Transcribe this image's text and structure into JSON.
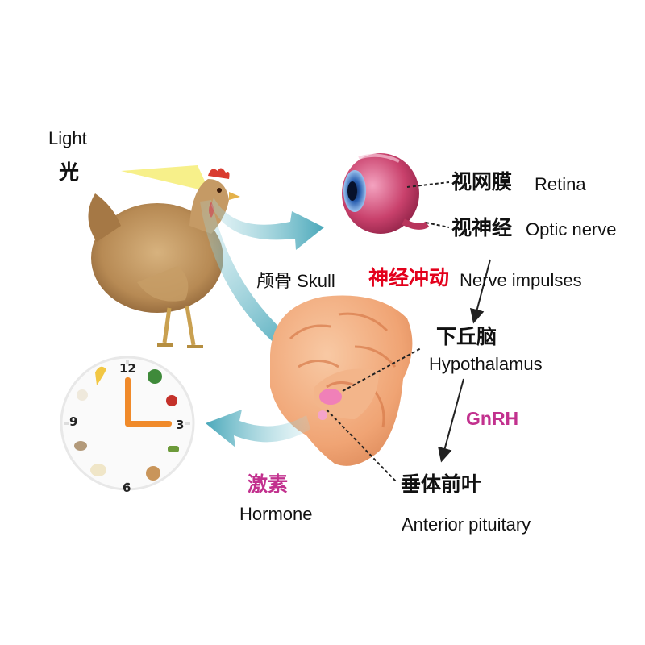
{
  "light": {
    "en": "Light",
    "cn": "光"
  },
  "retina": {
    "cn": "视网膜",
    "en": "Retina"
  },
  "optic_nerve": {
    "cn": "视神经",
    "en": "Optic nerve"
  },
  "skull": {
    "text": "颅骨 Skull"
  },
  "nerve_impulses": {
    "cn": "神经冲动",
    "en": "Nerve impulses"
  },
  "hypothalamus": {
    "cn": "下丘脑",
    "en": "Hypothalamus"
  },
  "gnrh": "GnRH",
  "pituitary": {
    "cn": "垂体前叶",
    "en": "Anterior pituitary"
  },
  "hormone": {
    "cn": "激素",
    "en": "Hormone"
  },
  "clock": {
    "numbers": [
      "12",
      "3",
      "6",
      "9"
    ]
  },
  "colors": {
    "arrow_teal": "#62b6c4",
    "light_beam": "#f7f08a",
    "label_red": "#e3001b",
    "label_pink": "#c2318e",
    "hen_brown": "#b88a55",
    "brain_orange": "#f1a777",
    "eye_red": "#b8355c"
  }
}
